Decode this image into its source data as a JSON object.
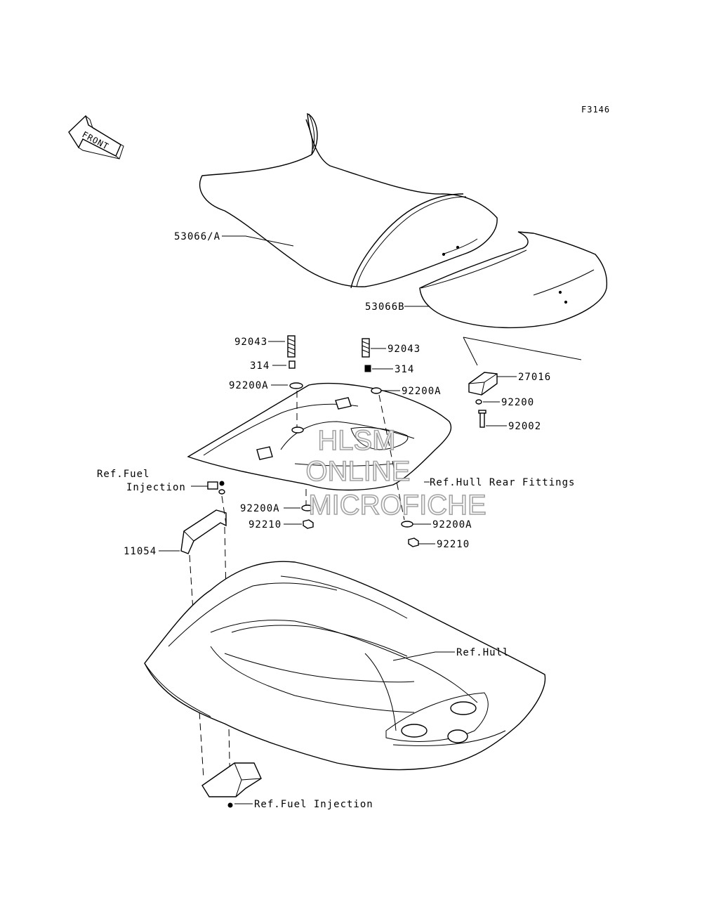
{
  "diagram_code": "F3146",
  "front_arrow_label": "FRONT",
  "watermark": [
    "HLSM",
    "ONLINE",
    "MICROFICHE"
  ],
  "labels": {
    "seat_front": "53066/A",
    "seat_rear": "53066B",
    "bolt_left": "92043",
    "spacer_left": "314",
    "washer_left_top": "92200A",
    "bolt_right": "92043",
    "spacer_right": "314",
    "washer_right_top": "92200A",
    "stopper": "27016",
    "washer_stopper": "92200",
    "bolt_stopper": "92002",
    "ref_fuel_injection_top_1": "Ref.Fuel",
    "ref_fuel_injection_top_2": "Injection",
    "ref_hull_rear_fittings": "Ref.Hull Rear Fittings",
    "washer_left_bottom": "92200A",
    "nut_left": "92210",
    "washer_right_bottom": "92200A",
    "nut_right": "92210",
    "bracket": "11054",
    "ref_hull": "Ref.Hull",
    "ref_fuel_injection_bottom": "Ref.Fuel Injection"
  }
}
